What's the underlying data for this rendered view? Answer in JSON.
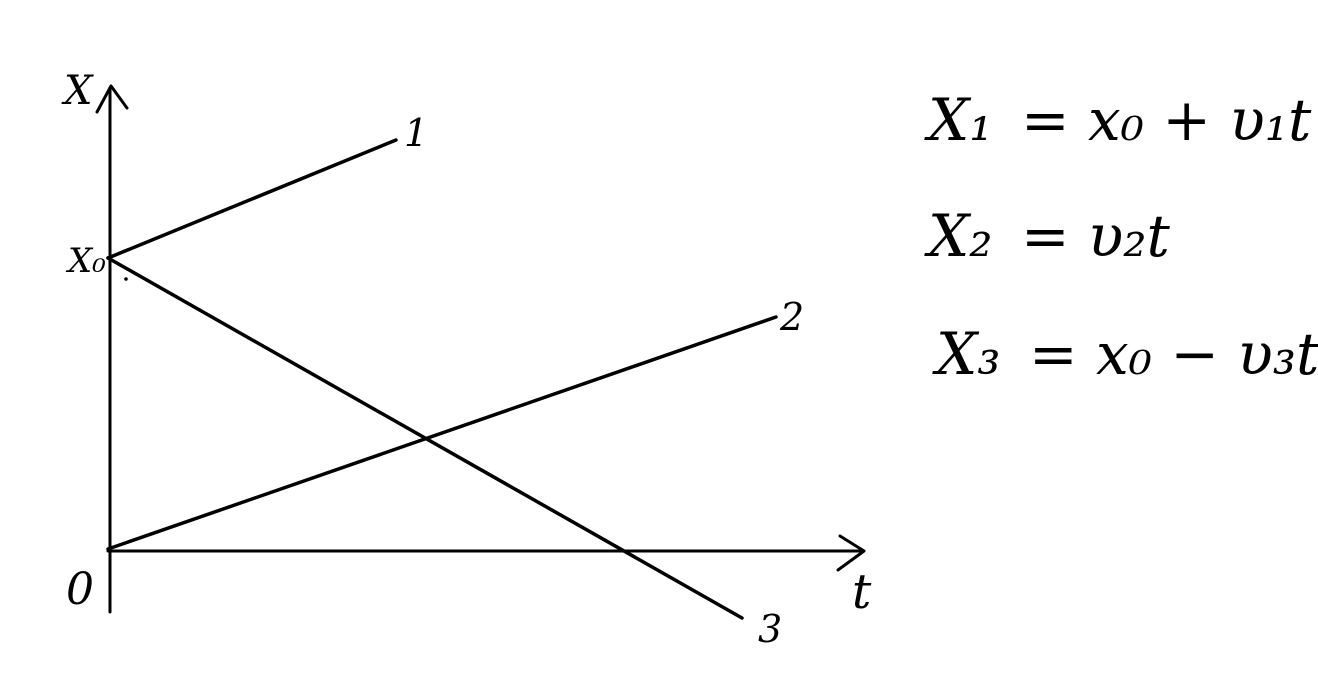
{
  "axes": {
    "x_axis_label": "t",
    "y_axis_label": "X",
    "origin_label": "0",
    "y_intercept_label": "X₀"
  },
  "lines": [
    {
      "label": "1"
    },
    {
      "label": "2"
    },
    {
      "label": "3"
    }
  ],
  "equations": [
    {
      "lhs": "X₁",
      "rhs": "= x₀ + υ₁t"
    },
    {
      "lhs": "X₂",
      "rhs": "= υ₂t"
    },
    {
      "lhs": "X₃",
      "rhs": "= x₀ − υ₃t"
    }
  ],
  "colors": {
    "ink": "#000000",
    "background": "#ffffff"
  }
}
